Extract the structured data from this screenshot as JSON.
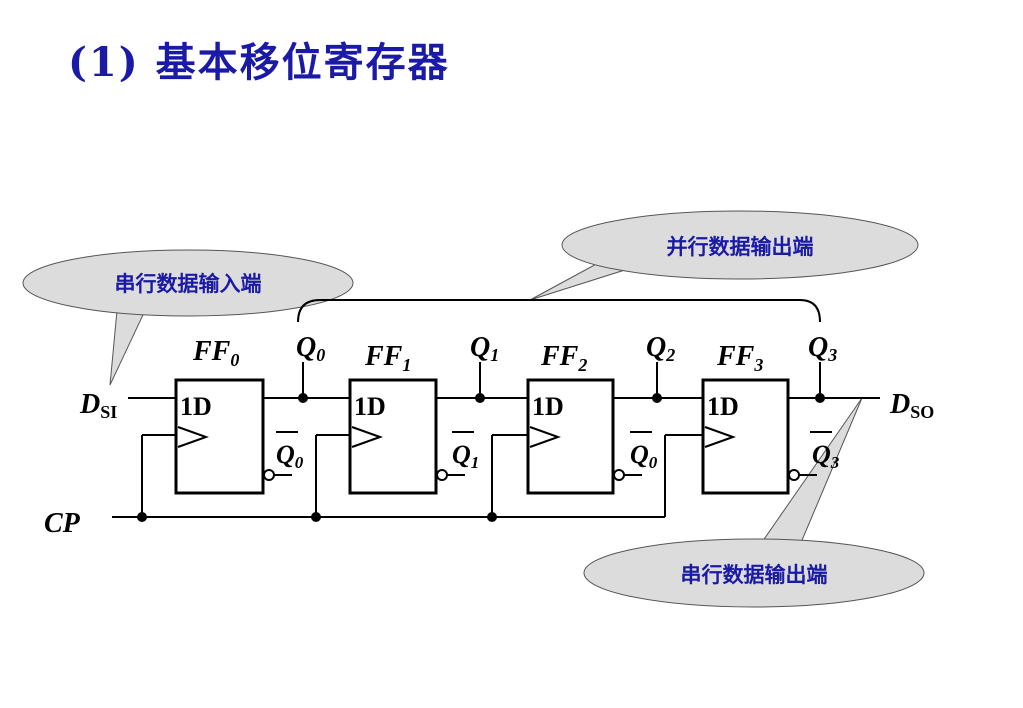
{
  "title": "(1) 基本移位寄存器",
  "callouts": {
    "serial_input": "串行数据输入端",
    "parallel_output": "并行数据输出端",
    "serial_output": "串行数据输出端"
  },
  "signals": {
    "input_main": "D",
    "input_sub": "SI",
    "output_main": "D",
    "output_sub": "SO",
    "clock": "CP"
  },
  "flipflops": [
    {
      "name": "FF",
      "index": "0",
      "d_label": "1D",
      "q": "Q",
      "q_index": "0",
      "qbar": "Q",
      "qbar_index": "0"
    },
    {
      "name": "FF",
      "index": "1",
      "d_label": "1D",
      "q": "Q",
      "q_index": "1",
      "qbar": "Q",
      "qbar_index": "1"
    },
    {
      "name": "FF",
      "index": "2",
      "d_label": "1D",
      "q": "Q",
      "q_index": "2",
      "qbar": "Q",
      "qbar_index": "0"
    },
    {
      "name": "FF",
      "index": "3",
      "d_label": "1D",
      "q": "Q",
      "q_index": "3",
      "qbar": "Q",
      "qbar_index": "3"
    }
  ]
}
